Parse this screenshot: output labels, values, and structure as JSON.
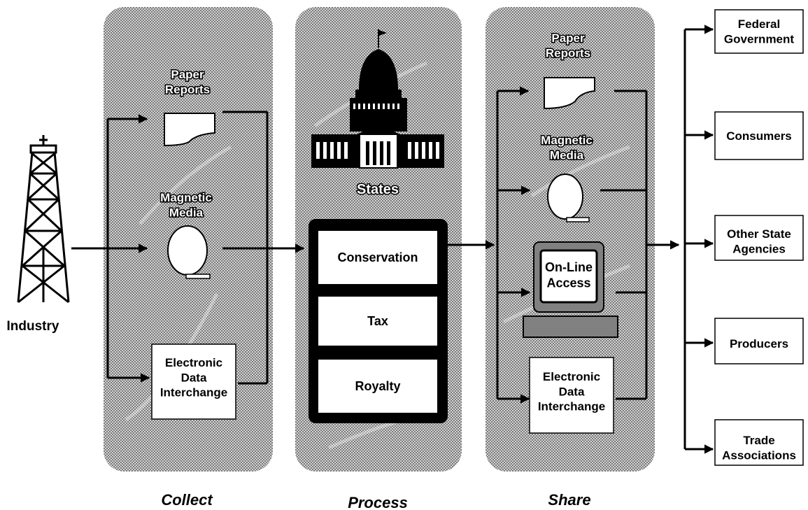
{
  "source": {
    "label": "Industry",
    "icon": "oil-derrick-icon"
  },
  "collect": {
    "title": "Collect",
    "paper_reports": "Paper\nReports",
    "magnetic_media": "Magnetic\nMedia",
    "edi": "Electronic\nData\nInterchange"
  },
  "process": {
    "title": "Process",
    "states_label": "States",
    "icon": "capitol-building-icon",
    "items": [
      "Conservation",
      "Tax",
      "Royalty"
    ]
  },
  "share": {
    "title": "Share",
    "paper_reports": "Paper\nReports",
    "magnetic_media": "Magnetic\nMedia",
    "online_access": "On-Line\nAccess",
    "edi": "Electronic\nData\nInterchange"
  },
  "outputs": [
    "Federal\nGovernment",
    "Consumers",
    "Other State\nAgencies",
    "Producers",
    "Trade\nAssociations"
  ]
}
